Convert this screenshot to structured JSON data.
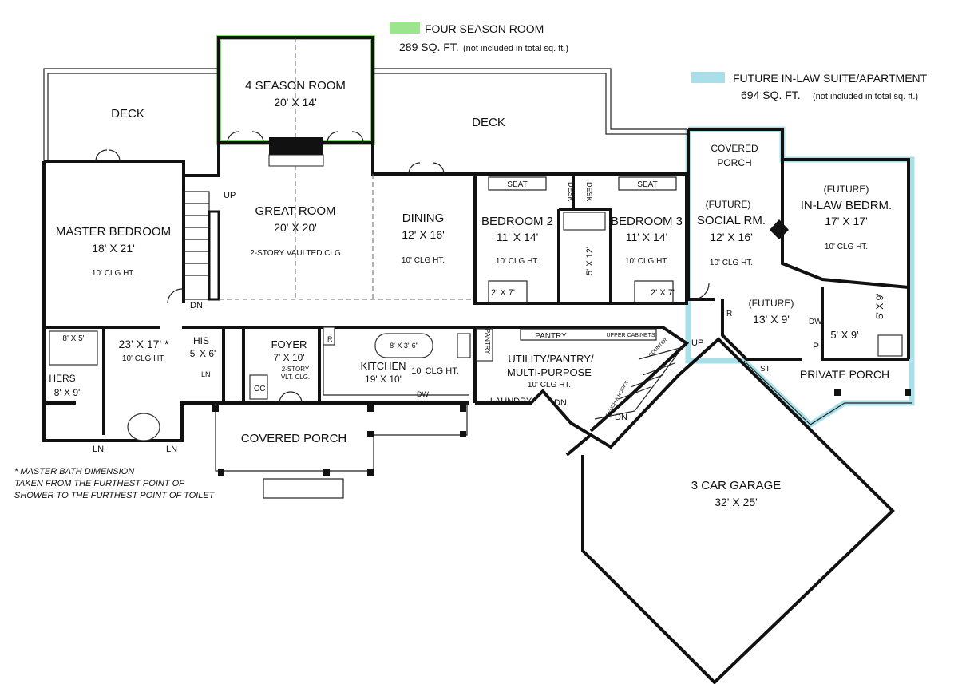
{
  "legend": {
    "four_season": {
      "title": "FOUR SEASON ROOM",
      "sqft": "289 SQ. FT.",
      "note": "(not included in total sq. ft.)",
      "color": "#9be68c"
    },
    "inlaw": {
      "title": "FUTURE IN-LAW SUITE/APARTMENT",
      "sqft": "694 SQ. FT.",
      "note": "(not included in total sq. ft.)",
      "color": "#a9dfe9"
    }
  },
  "rooms": {
    "deck_left": "DECK",
    "season_room": {
      "name": "4 SEASON ROOM",
      "dim": "20' X 14'"
    },
    "deck_right": "DECK",
    "covered_porch_top": {
      "line1": "COVERED",
      "line2": "PORCH"
    },
    "master": {
      "name": "MASTER BEDROOM",
      "dim": "18' X 21'",
      "clg": "10' CLG HT."
    },
    "great": {
      "name": "GREAT ROOM",
      "dim": "20' X 20'",
      "clg": "2-STORY VAULTED CLG"
    },
    "dining": {
      "name": "DINING",
      "dim": "12' X 16'",
      "clg": "10' CLG HT."
    },
    "bed2": {
      "name": "BEDROOM 2",
      "dim": "11' X 14'",
      "clg": "10' CLG HT.",
      "closet": "2' X 7'"
    },
    "bed3": {
      "name": "BEDROOM 3",
      "dim": "11' X 14'",
      "clg": "10' CLG HT.",
      "closet": "2' X 7'"
    },
    "social": {
      "future": "(FUTURE)",
      "name": "SOCIAL RM.",
      "dim": "12' X 16'",
      "clg": "10' CLG HT."
    },
    "inlaw_bed": {
      "future": "(FUTURE)",
      "name": "IN-LAW BEDRM.",
      "dim": "17' X 17'",
      "clg": "10' CLG HT."
    },
    "inlaw_kitchen": {
      "future": "(FUTURE)",
      "dim": "13' X 9'"
    },
    "inlaw_bath": "5' X 9'",
    "inlaw_bath2": "5' X 9'",
    "private_porch": "PRIVATE PORCH",
    "master_bath": {
      "dim": "23' X 17' *",
      "clg": "10' CLG HT."
    },
    "shower": "8' X 5'",
    "hers": {
      "name": "HERS",
      "dim": "8' X 9'"
    },
    "his": {
      "name": "HIS",
      "dim": "5' X 6'"
    },
    "foyer": {
      "name": "FOYER",
      "dim": "7' X 10'",
      "clg1": "2-STORY",
      "clg2": "VLT. CLG."
    },
    "kitchen": {
      "name": "KITCHEN",
      "dim": "19' X 10'",
      "clg": "10' CLG HT.",
      "island": "8' X 3'-6\""
    },
    "utility": {
      "line1": "UTILITY/PANTRY/",
      "line2": "MULTI-PURPOSE",
      "clg": "10' CLG HT."
    },
    "laundry": "LAUNDRY",
    "pantry": "PANTRY",
    "upper_cabinets": "UPPER CABINETS",
    "covered_porch": "COVERED PORCH",
    "garage": {
      "name": "3 CAR GARAGE",
      "dim": "32' X 25'"
    },
    "hall_bath": "5' X 12'"
  },
  "small_labels": {
    "seat": "SEAT",
    "desk": "DESK",
    "up": "UP",
    "dn": "DN",
    "ln": "LN",
    "cc": "CC",
    "r": "R",
    "dw": "DW",
    "p": "P",
    "st": "ST",
    "bench": "BENCH & HOOKS",
    "counter": "COUNTER"
  },
  "footnote": {
    "line1": "* MASTER BATH DIMENSION",
    "line2": "TAKEN FROM THE FURTHEST POINT OF",
    "line3": "SHOWER TO THE FURTHEST POINT OF TOILET"
  }
}
